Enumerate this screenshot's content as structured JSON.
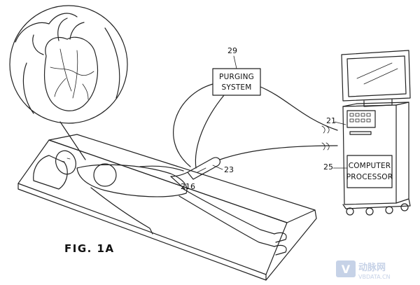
{
  "figure_label": "FIG. 1A",
  "purging_system": {
    "line1": "PURGING",
    "line2": "SYSTEM",
    "ref": "29"
  },
  "computer_processor": {
    "line1": "COMPUTER",
    "line2": "PROCESSOR",
    "ref": "25"
  },
  "references": {
    "console": "21",
    "catheter": "23",
    "patient": "216"
  },
  "watermark": {
    "cn": "动脉网",
    "url": "VBDATA.CN"
  },
  "colors": {
    "line": "#222222",
    "background": "#ffffff",
    "watermark": "#c4d0e6"
  }
}
